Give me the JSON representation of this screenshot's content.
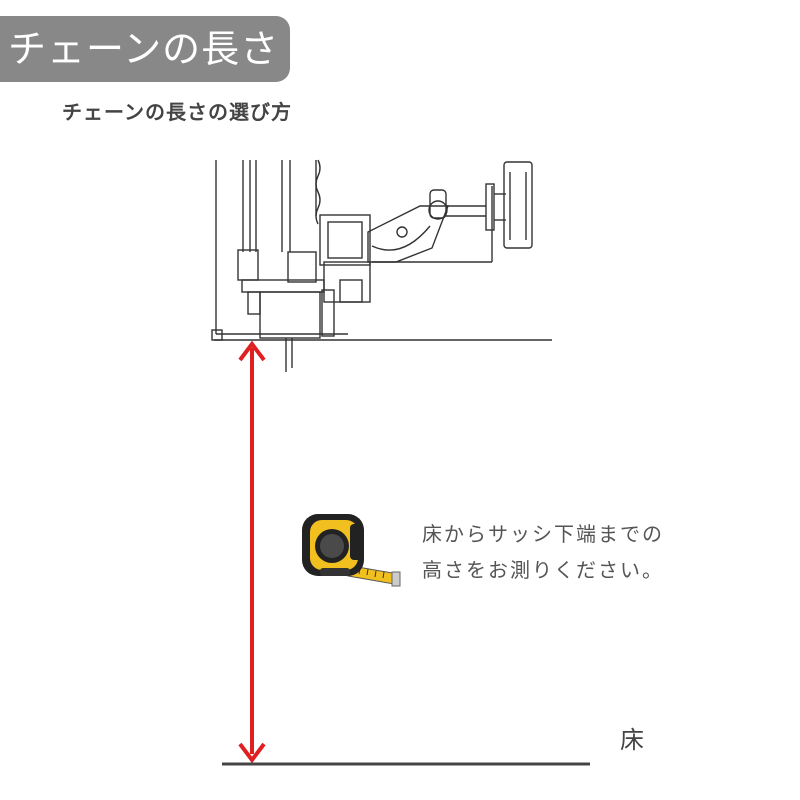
{
  "header": {
    "title": "チェーンの長さ"
  },
  "subtitle": "チェーンの長さの選び方",
  "instruction": {
    "line1": "床からサッシ下端までの",
    "line2": "高さをお測りください。"
  },
  "floor_label": "床",
  "colors": {
    "header_bg": "#888888",
    "arrow": "#e02020",
    "tape_yellow": "#f2c01e",
    "line": "#333333"
  },
  "icons": [
    "tape-measure-icon"
  ]
}
